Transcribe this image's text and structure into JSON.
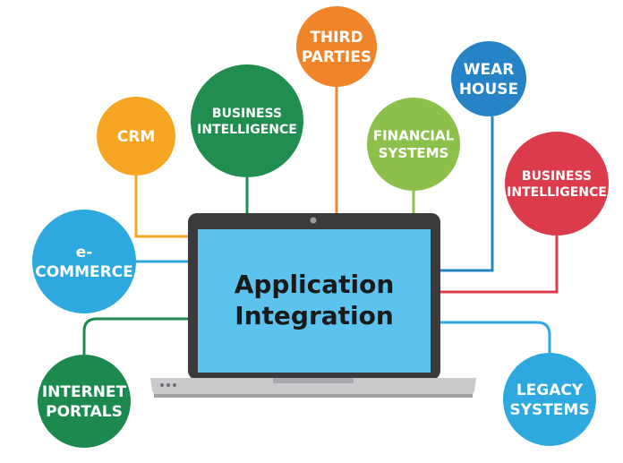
{
  "center": {
    "lines": [
      "Application",
      "Integration"
    ]
  },
  "colors": {
    "screen": "#5bc3ee",
    "bezel": "#3b3b3d",
    "base": "#c9cacc",
    "orange": "#f0842a",
    "yellow": "#f6a623",
    "green": "#1f8e4f",
    "lime": "#8cc04a",
    "blue": "#2583c6",
    "red": "#dc3b4b",
    "sky": "#2ea9e0",
    "teal_green": "#1c8a4f"
  },
  "nodes": [
    {
      "id": "third-parties",
      "lines": [
        "THIRD",
        "PARTIES"
      ],
      "color": "orange"
    },
    {
      "id": "warehouse",
      "lines": [
        "WEAR",
        "HOUSE"
      ],
      "color": "blue"
    },
    {
      "id": "crm",
      "lines": [
        "CRM"
      ],
      "color": "yellow"
    },
    {
      "id": "business-intelligence-left",
      "lines": [
        "BUSINESS",
        "INTELLIGENCE"
      ],
      "color": "green"
    },
    {
      "id": "financial-systems",
      "lines": [
        "FINANCIAL",
        "SYSTEMS"
      ],
      "color": "lime"
    },
    {
      "id": "business-intelligence-right",
      "lines": [
        "BUSINESS",
        "INTELLIGENCE"
      ],
      "color": "red"
    },
    {
      "id": "e-commerce",
      "lines": [
        "e-",
        "COMMERCE"
      ],
      "color": "sky"
    },
    {
      "id": "internet-portals",
      "lines": [
        "INTERNET",
        "PORTALS"
      ],
      "color": "teal_green"
    },
    {
      "id": "legacy-systems",
      "lines": [
        "LEGACY",
        "SYSTEMS"
      ],
      "color": "sky"
    }
  ]
}
